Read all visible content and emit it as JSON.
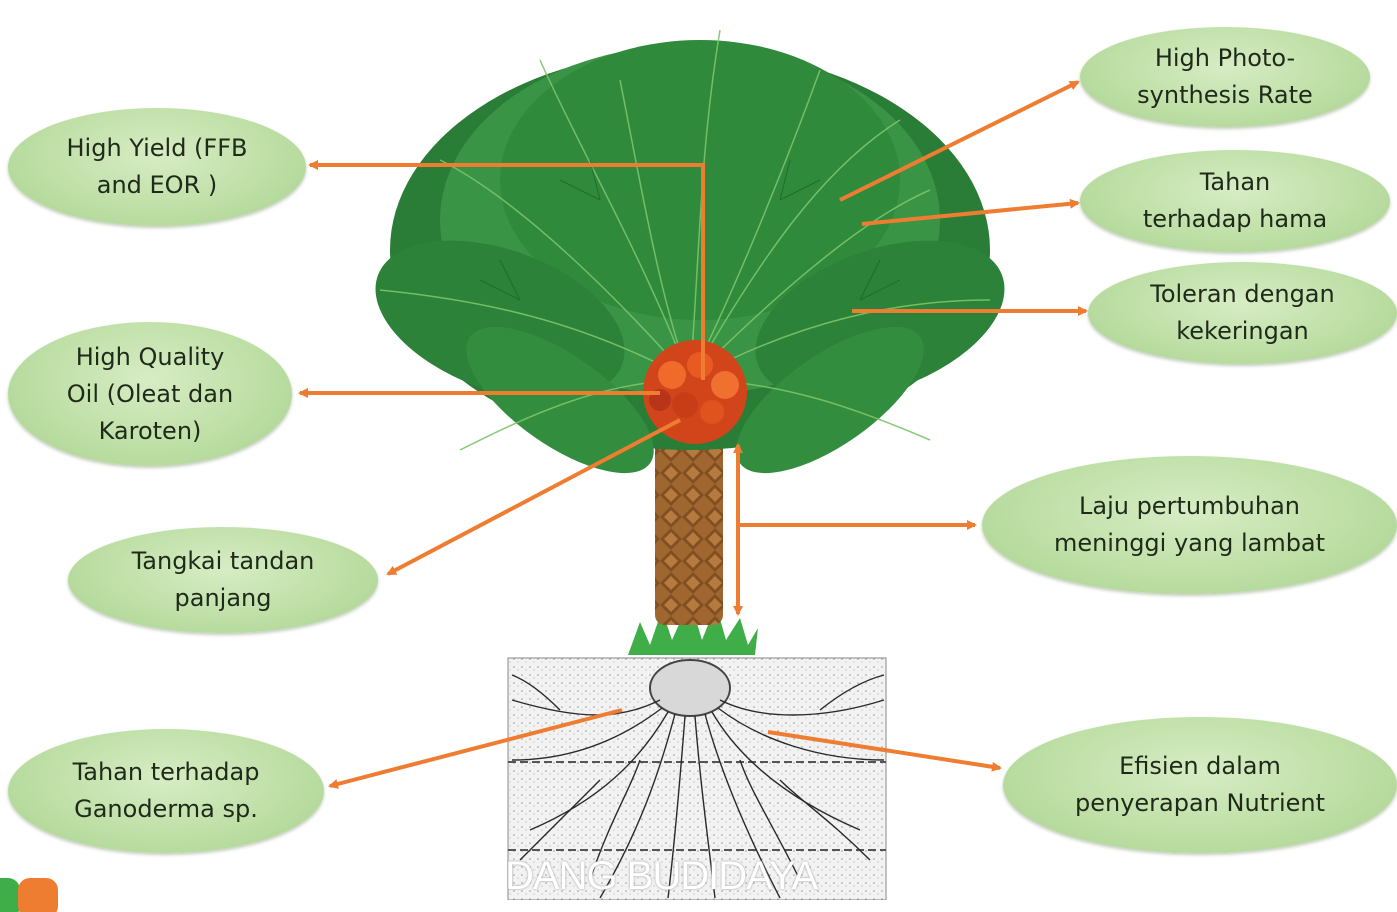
{
  "labels": {
    "high_yield": "High Yield (FFB\nand EOR )",
    "high_quality_oil": "High Quality\nOil (Oleat dan\nKaroten)",
    "tangkai": "Tangkai tandan\npanjang",
    "ganoderma": "Tahan terhadap\nGanoderma sp.",
    "photosynthesis": "High Photo-\nsynthesis Rate",
    "hama": "Tahan\nterhadap hama",
    "kekeringan": "Toleran dengan\nkekeringan",
    "laju": "Laju pertumbuhan\nmeninggi yang lambat",
    "nutrient": "Efisien dalam\npenyerapan Nutrient"
  },
  "watermark": "DANG BUDIDAYA",
  "colors": {
    "arrow": "#ee7d31",
    "bubble": "#bedfa6",
    "frond": "#2f8a3c",
    "trunk": "#8b5a2b",
    "fruit": "#e0531f"
  }
}
